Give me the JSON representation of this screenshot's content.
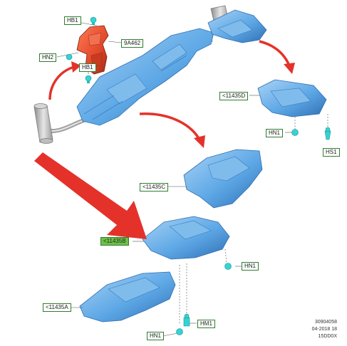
{
  "colors": {
    "part_fill": "#5ea8e6",
    "part_light": "#a9d3f5",
    "part_dark": "#2f6fb3",
    "bracket_fill": "#e2482b",
    "bracket_dark": "#9e2a14",
    "arrow_red": "#e4322b",
    "fastener": "#35d3d3",
    "label_border": "#2f7d2f",
    "label_highlight": "#6fbf4a",
    "exhaust": "#c9c9c9"
  },
  "callouts": {
    "hb1_top": "HB1",
    "bracket_9a462": "9A462",
    "hn2": "HN2",
    "hb1_bottom": "HB1",
    "shield_11435d": "<11435D",
    "hn1_right": "HN1",
    "hs1": "HS1",
    "shield_11435c": "<11435C",
    "shield_11435b": "<11435B",
    "hn1_mid": "HN1",
    "shield_11435a": "<11435A",
    "hm1": "HM1",
    "hn1_bottom": "HN1"
  },
  "footer": {
    "line1": "30904058",
    "line2": "04-2018 18",
    "line3": "15DD0X"
  }
}
